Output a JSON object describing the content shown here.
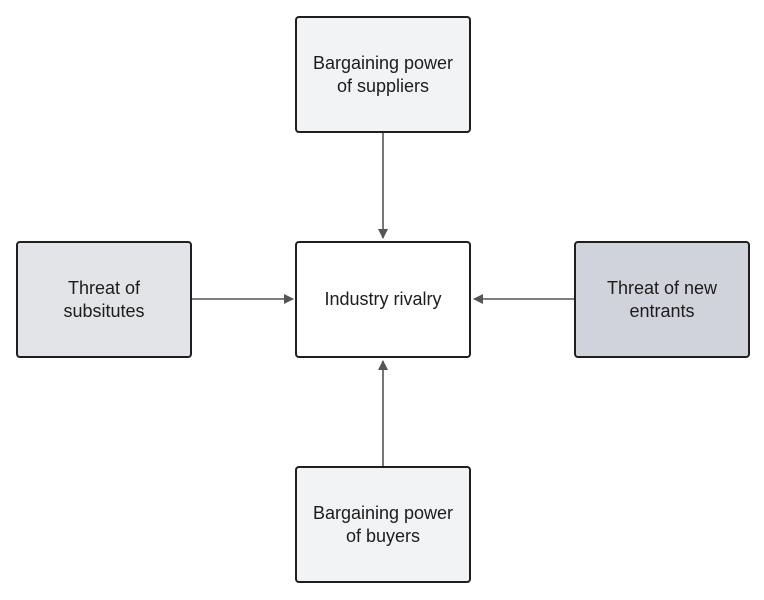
{
  "diagram": {
    "nodes": {
      "suppliers": {
        "label": "Bargaining power\nof suppliers",
        "fill": "#f2f3f5"
      },
      "substitutes": {
        "label": "Threat of\nsubsitutes",
        "fill": "#e2e4e8"
      },
      "rivalry": {
        "label": "Industry rivalry",
        "fill": "#ffffff"
      },
      "new_entrants": {
        "label": "Threat of new\nentrants",
        "fill": "#d0d4da"
      },
      "buyers": {
        "label": "Bargaining power\nof buyers",
        "fill": "#f2f3f5"
      }
    },
    "edge_color": "#555555",
    "border_color": "#1f1f1f"
  }
}
